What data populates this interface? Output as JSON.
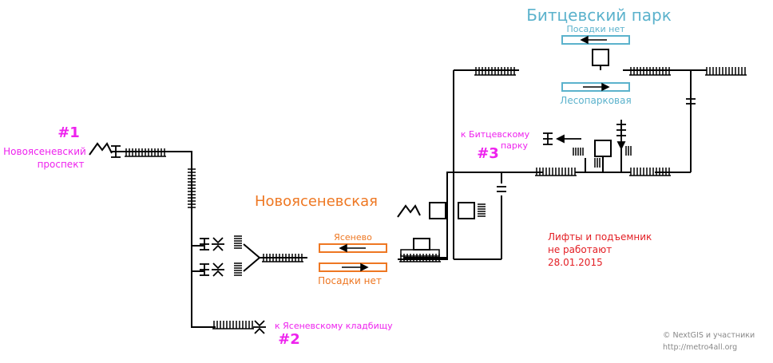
{
  "stations": {
    "bitsevsky_park": "Битцевский парк",
    "novoyasenevskaya": "Новоясеневская"
  },
  "platforms": {
    "bitsevsky_top": "Посадки нет",
    "bitsevsky_bottom": "Лесопарковая",
    "novo_top": "Ясенево",
    "novo_bottom": "Посадки нет"
  },
  "exits": [
    {
      "id": "#1",
      "lines": [
        "Новоясеневский",
        "проспект"
      ]
    },
    {
      "id": "#2",
      "lines": [
        "к Ясеневскому кладбищу"
      ]
    },
    {
      "id": "#3",
      "lines": [
        "к Битцевскому",
        "парку"
      ]
    }
  ],
  "notice": {
    "lines": [
      "Лифты и подъемник",
      "не работают",
      "28.01.2015"
    ]
  },
  "credits": {
    "line1": "© NextGIS и участники",
    "line2": "http://metro4all.org"
  },
  "colors": {
    "line": "#000000",
    "bitsevsky": "#5bb2cc",
    "novoyasenevskaya": "#ee7722",
    "exit": "#ee22ee",
    "notice": "#e31e24",
    "credits": "#888888"
  },
  "icons": [
    "escalator-icon",
    "turnstile-icon",
    "elevator-icon",
    "stairs-icon",
    "arrow-left-icon",
    "arrow-right-icon"
  ]
}
